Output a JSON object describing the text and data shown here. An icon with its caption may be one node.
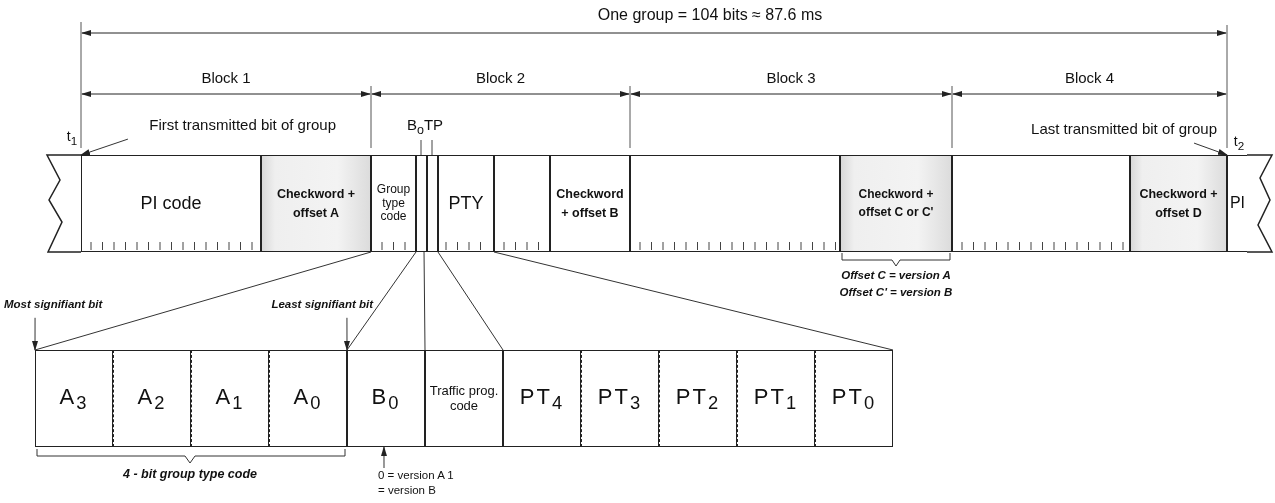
{
  "diagram": {
    "nodes": [
      {
        "text": [
          "PI code"
        ]
      },
      {
        "text": [
          "Checkword + offset A"
        ]
      },
      {
        "text": [
          "Group type code"
        ]
      },
      {
        "text": [],
        "shape": "box"
      },
      {
        "text": [],
        "shape": "box"
      },
      {
        "text": [
          "PTY"
        ]
      },
      {
        "text": [],
        "shape": "box"
      },
      {
        "text": [
          "Checkword + offset B"
        ]
      },
      {
        "text": [],
        "shape": "box"
      },
      {
        "text": [
          "Checkword + offset C or C'"
        ]
      },
      {
        "text": [],
        "shape": "box"
      },
      {
        "text": [
          "Checkword + offset D"
        ]
      },
      {
        "text": [
          "PI"
        ]
      },
      {
        "text": [
          "A$_{3}$"
        ]
      },
      {
        "text": [
          "A$_{2}$"
        ]
      },
      {
        "text": [
          "A$_{1}$"
        ]
      },
      {
        "text": [
          "A$_{0}$"
        ]
      },
      {
        "text": [
          "B$_{0}$"
        ]
      },
      {
        "text": [
          "Traffic prog. code"
        ]
      },
      {
        "text": [
          "PT$_{4}$"
        ]
      },
      {
        "text": [
          "PT$_{3}$"
        ]
      },
      {
        "text": [
          "PT$_{2}$"
        ]
      },
      {
        "text": [
          "PT$_{1}$"
        ]
      },
      {
        "text": [
          "PT$_{0}$"
        ]
      },
      {
        "text": [
          "First transmitted bit of group"
        ]
      },
      {
        "text": [
          "Last transmitted bit of group"
        ]
      },
      {
        "text": [
          "Most signifiant bit"
        ]
      },
      {
        "text": [
          "Least signifiant bit"
        ]
      },
      {
        "text": [
          "0 = version A 1 = version B"
        ]
      }
    ],
    "edges": [
      {
        "from": 24,
        "to": 0,
        "arrow": "to"
      },
      {
        "from": 25,
        "to": 11,
        "arrow": "to"
      },
      {
        "from": 26,
        "to": 13,
        "arrow": "to"
      },
      {
        "from": 27,
        "to": 16,
        "arrow": "to"
      },
      {
        "from": 28,
        "to": 17,
        "arrow": "to"
      },
      {
        "from": 2,
        "to": 13,
        "arrow": "none"
      },
      {
        "from": 2,
        "to": 16,
        "arrow": "none"
      },
      {
        "from": 3,
        "to": 17,
        "arrow": "none"
      },
      {
        "from": 4,
        "to": 18,
        "arrow": "none"
      },
      {
        "from": 5,
        "to": 23,
        "arrow": "none"
      }
    ],
    "labels": [
      "One group = 104 bits ≈ 87.6 ms",
      "Block 1",
      "Block 2",
      "Block 3",
      "Block 4",
      "t$_{1}$",
      "B$_{o}$TP",
      "t$_{2}$",
      "Offset C = version A",
      "Offset C' = version B",
      "4 - bit group type code"
    ]
  }
}
